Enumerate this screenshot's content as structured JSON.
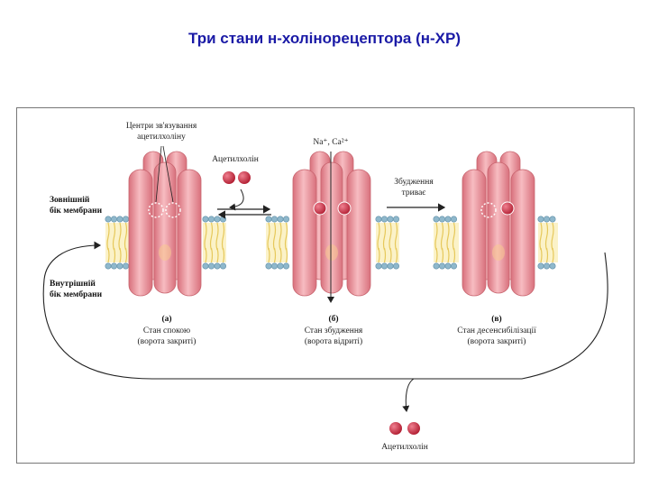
{
  "title": "Три стани н-холінорецептора (н-ХР)",
  "labels": {
    "binding_sites": [
      "Центри зв'язування",
      "ацетилхоліну"
    ],
    "acetylcholine": "Ацетилхолін",
    "ions": "Na⁺, Ca²⁺",
    "prolonged": [
      "Збудження",
      "триває"
    ],
    "outer_side": [
      "Зовнішній",
      "бік мембрани"
    ],
    "inner_side": [
      "Внутрішній",
      "бік мембрани"
    ],
    "state_a": {
      "letter": "(а)",
      "name": "Стан спокою",
      "gate": "(ворота закриті)"
    },
    "state_b": {
      "letter": "(б)",
      "name": "Стан збудження",
      "gate": "(ворота відриті)"
    },
    "state_c": {
      "letter": "(в)",
      "name": "Стан десенсибілізації",
      "gate": "(ворота закриті)"
    },
    "acetylcholine_bottom": "Ацетилхолін"
  },
  "colors": {
    "title": "#1a1aa6",
    "receptor": "#f0a0a6",
    "receptor_edge": "#c8646e",
    "lipid_head": "#8fb8cc",
    "lipid_tail": "#e6c85a",
    "acetylcholine": "#c8283c"
  }
}
